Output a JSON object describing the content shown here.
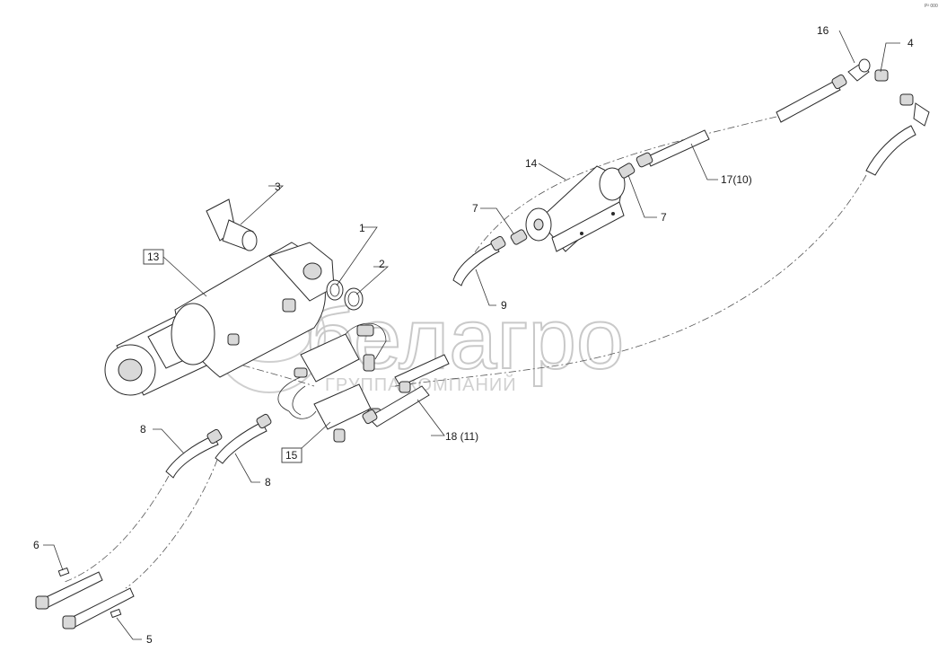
{
  "watermark": {
    "brand": "белагро",
    "subtitle": "ГРУППА КОМПАНИЙ"
  },
  "corner_mark": "Р² 000",
  "labels": {
    "l1": "1",
    "l2": "2",
    "l3": "3",
    "l4": "4",
    "l5": "5",
    "l6": "6",
    "l7a": "7",
    "l7b": "7",
    "l8a": "8",
    "l8b": "8",
    "l9": "9",
    "l13": "13",
    "l14": "14",
    "l15": "15",
    "l16": "16",
    "l17": "17(10)",
    "l18": "18 (11)"
  },
  "boxed_labels": [
    "l13",
    "l15"
  ]
}
